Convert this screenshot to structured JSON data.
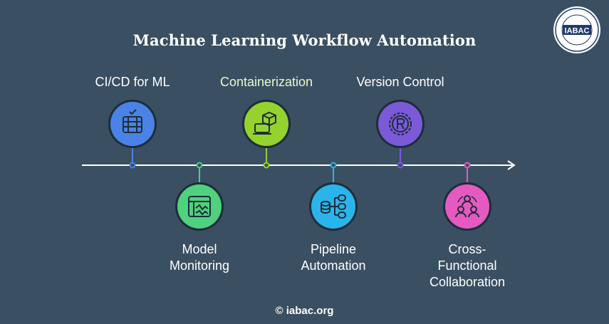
{
  "title": "Machine Learning Workflow Automation",
  "logo_text": "IABAC",
  "footer": "© iabac.org",
  "colors": {
    "background": "#3a4f61",
    "line": "#ffffff"
  },
  "steps": [
    {
      "label": "CI/CD for ML",
      "position": "top",
      "color": "#4a83e6",
      "dot": "#4a83e6",
      "label_color": "#ffffff",
      "icon": "server-check-icon"
    },
    {
      "label": "Model\nMonitoring",
      "position": "bottom",
      "color": "#4fd17f",
      "dot": "#4fd17f",
      "label_color": "#ffffff",
      "icon": "monitor-chart-icon"
    },
    {
      "label": "Containerization",
      "position": "top",
      "color": "#96d22d",
      "dot": "#96d22d",
      "label_color": "#e9f9cf",
      "icon": "laptop-cube-icon"
    },
    {
      "label": "Pipeline\nAutomation",
      "position": "bottom",
      "color": "#2bb4ea",
      "dot": "#2bb4ea",
      "label_color": "#ffffff",
      "icon": "database-flow-icon"
    },
    {
      "label": "Version Control",
      "position": "top",
      "color": "#7b5ad8",
      "dot": "#7b5ad8",
      "label_color": "#ffffff",
      "icon": "registered-gear-icon"
    },
    {
      "label": "Cross-\nFunctional\nCollaboration",
      "position": "bottom",
      "color": "#e55ac0",
      "dot": "#e55ac0",
      "label_color": "#ffffff",
      "icon": "team-icon"
    }
  ]
}
